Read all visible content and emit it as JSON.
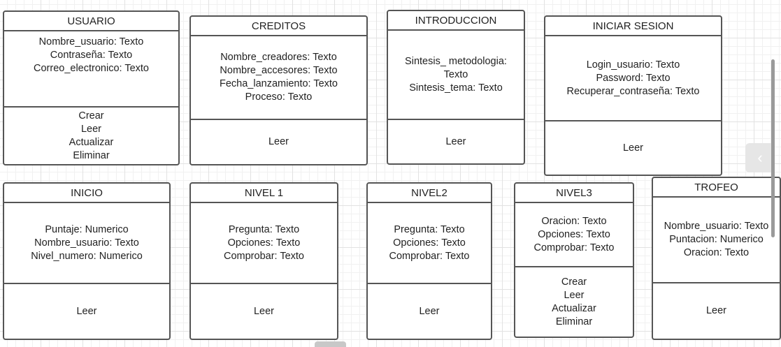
{
  "classes": [
    {
      "id": "usuario",
      "title": "USUARIO",
      "attributes": [
        "Nombre_usuario: Texto",
        "Contraseña: Texto",
        "Correo_electronico: Texto"
      ],
      "operations": [
        "Crear",
        "Leer",
        "Actualizar",
        "Eliminar"
      ]
    },
    {
      "id": "creditos",
      "title": "CREDITOS",
      "attributes": [
        "Nombre_creadores: Texto",
        "Nombre_accesores: Texto",
        "Fecha_lanzamiento: Texto",
        "Proceso: Texto"
      ],
      "operations": [
        "Leer"
      ]
    },
    {
      "id": "introduccion",
      "title": "INTRODUCCION",
      "attributes": [
        "Sintesis_ metodologia:",
        "Texto",
        "Sintesis_tema: Texto"
      ],
      "operations": [
        "Leer"
      ]
    },
    {
      "id": "iniciar-sesion",
      "title": "INICIAR SESION",
      "attributes": [
        "Login_usuario: Texto",
        "Password: Texto",
        "Recuperar_contraseña: Texto"
      ],
      "operations": [
        "Leer"
      ]
    },
    {
      "id": "inicio",
      "title": "INICIO",
      "attributes": [
        "Puntaje: Numerico",
        "Nombre_usuario: Texto",
        "Nivel_numero: Numerico"
      ],
      "operations": [
        "Leer"
      ]
    },
    {
      "id": "nivel-1",
      "title": "NIVEL 1",
      "attributes": [
        "Pregunta: Texto",
        "Opciones: Texto",
        "Comprobar: Texto"
      ],
      "operations": [
        "Leer"
      ]
    },
    {
      "id": "nivel2",
      "title": "NIVEL2",
      "attributes": [
        "Pregunta: Texto",
        "Opciones: Texto",
        "Comprobar: Texto"
      ],
      "operations": [
        "Leer"
      ]
    },
    {
      "id": "nivel3",
      "title": "NIVEL3",
      "attributes": [
        "Oracion: Texto",
        "Opciones: Texto",
        "Comprobar: Texto"
      ],
      "operations": [
        "Crear",
        "Leer",
        "Actualizar",
        "Eliminar"
      ]
    },
    {
      "id": "trofeo",
      "title": "TROFEO",
      "attributes": [
        "Nombre_usuario: Texto",
        "Puntacion: Numerico",
        "Oracion: Texto"
      ],
      "operations": [
        "Leer"
      ]
    }
  ],
  "ui": {
    "scroll_handle_icon": "chevron-left-icon",
    "colors": {
      "border": "#555555",
      "grid": "#e2e2e2",
      "background": "#ffffff"
    }
  }
}
